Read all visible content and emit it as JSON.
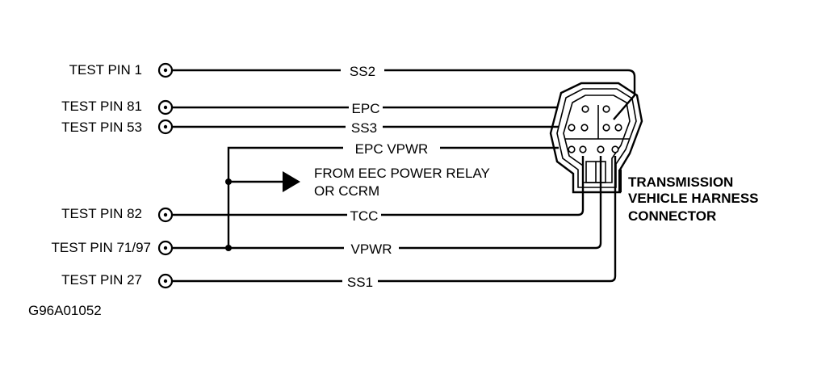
{
  "test_pins": [
    {
      "label": "TEST PIN 1"
    },
    {
      "label": "TEST PIN 81"
    },
    {
      "label": "TEST PIN 53"
    },
    {
      "label": "TEST PIN 82"
    },
    {
      "label": "TEST PIN 71/97"
    },
    {
      "label": "TEST PIN 27"
    }
  ],
  "wires": {
    "ss2": "SS2",
    "epc": "EPC",
    "ss3": "SS3",
    "epc_vpwr": "EPC VPWR",
    "tcc": "TCC",
    "vpwr": "VPWR",
    "ss1": "SS1"
  },
  "power_note": {
    "line1": "FROM EEC POWER RELAY",
    "line2": "OR CCRM"
  },
  "connector_label": {
    "line1": "TRANSMISSION",
    "line2": "VEHICLE HARNESS",
    "line3": "CONNECTOR"
  },
  "figure_id": "G96A01052",
  "colors": {
    "ink": "#000000",
    "background": "#ffffff"
  }
}
